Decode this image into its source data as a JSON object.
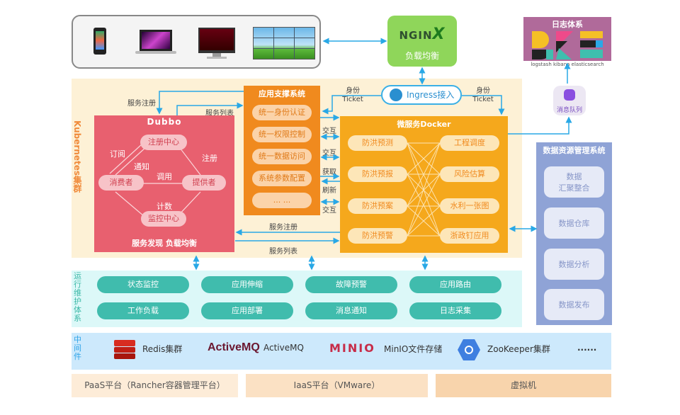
{
  "devices": {
    "items": [
      {
        "icon": "smartphone-icon"
      },
      {
        "icon": "laptop-icon"
      },
      {
        "icon": "monitor-icon"
      },
      {
        "icon": "video-wall-icon"
      }
    ]
  },
  "nginx": {
    "logo": "NGINX",
    "label": "负载均衡"
  },
  "log_system": {
    "title": "日志体系",
    "caption": "logstash  kibana  elasticsearch"
  },
  "message_queue": {
    "label": "消息队列",
    "icon": "message-queue-icon"
  },
  "kubernetes": {
    "label": "Kubernetes集群"
  },
  "ingress": {
    "label": "Ingress接入",
    "icon": "ingress-icon"
  },
  "tickets": {
    "left_top": "身份",
    "left_bottom": "Ticket",
    "right_top": "身份",
    "right_bottom": "Ticket"
  },
  "dubbo": {
    "title": "Dubbo",
    "nodes": {
      "registry": "注册中心",
      "consumer": "消费者",
      "provider": "提供者",
      "monitor": "监控中心"
    },
    "edges": {
      "subscribe": "订阅",
      "notify": "通知",
      "invoke": "调用",
      "register": "注册",
      "count": "计数"
    },
    "footer": "服务发现  负载均衡"
  },
  "links": {
    "service_register_top": "服务注册",
    "service_list_top": "服务列表",
    "service_register_bottom": "服务注册",
    "service_list_bottom": "服务列表"
  },
  "app_support": {
    "title": "应用支撑系统",
    "items": [
      "统一身份认证",
      "统一权限控制",
      "统一数据访问",
      "系统参数配置",
      "... ..."
    ]
  },
  "interactions": [
    "交互",
    "交互",
    "获取",
    "刷新",
    "交互"
  ],
  "docker": {
    "title": "微服务Docker",
    "left": [
      "防洪预测",
      "防洪预报",
      "防洪预案",
      "防洪预警"
    ],
    "right": [
      "工程调度",
      "风险估算",
      "水利一张图",
      "浙政钉应用"
    ]
  },
  "data_mgmt": {
    "title": "数据资源管理系统",
    "items": [
      [
        "数据",
        "汇聚整合"
      ],
      [
        "数据仓库"
      ],
      [
        "数据分析"
      ],
      [
        "数据发布"
      ]
    ]
  },
  "ops": {
    "label": "运行维护体系",
    "items": [
      "状态监控",
      "应用伸缩",
      "故障预警",
      "应用路由",
      "工作负载",
      "应用部署",
      "消息通知",
      "日志采集"
    ]
  },
  "middleware": {
    "label": "中间件",
    "items": [
      {
        "logo": "redis-icon",
        "label": "Redis集群"
      },
      {
        "logo": "ActiveMQ",
        "label": "ActiveMQ"
      },
      {
        "logo": "MINIO",
        "label": "MinIO文件存储"
      },
      {
        "logo": "zookeeper-icon",
        "label": "ZooKeeper集群"
      },
      {
        "label": "......"
      }
    ]
  },
  "platforms": [
    "PaaS平台（Rancher容器管理平台）",
    "IaaS平台（VMware）",
    "虚拟机"
  ],
  "colors": {
    "arrow": "#29a8e6",
    "dubbo": "#e8606f",
    "app": "#f08a1e",
    "docker": "#f5a81c",
    "ops": "#40bcad",
    "mid": "#cde9fc",
    "data": "#8fa3d6"
  }
}
